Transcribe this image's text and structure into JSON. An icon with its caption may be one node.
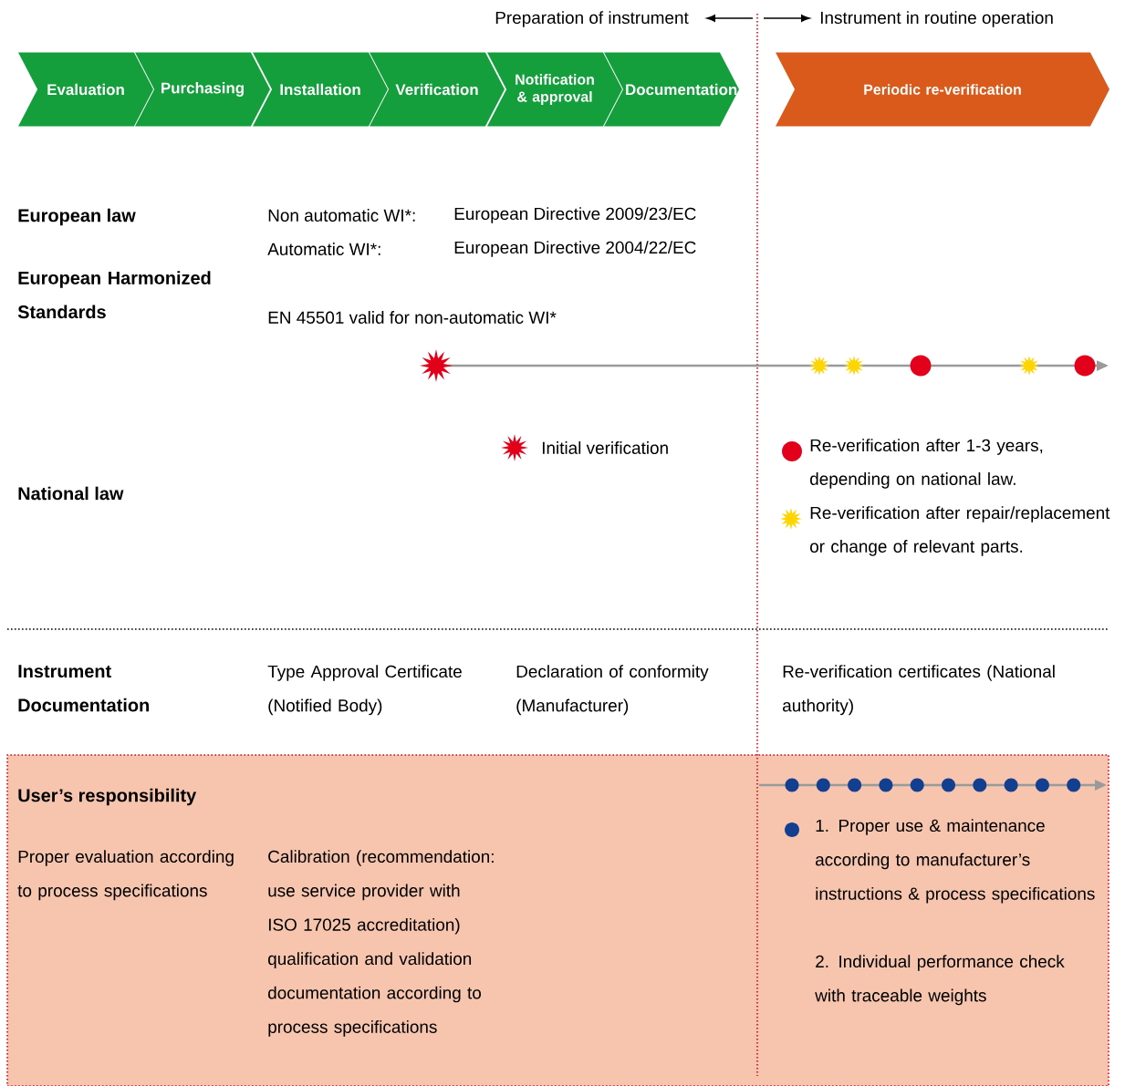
{
  "diagram": {
    "nodes": [
      {
        "text": [
          "Evaluation"
        ]
      },
      {
        "text": [
          "Purchasing"
        ]
      },
      {
        "text": [
          "Installation"
        ]
      },
      {
        "text": [
          "Verification"
        ]
      },
      {
        "text": [
          "Notification & approval"
        ]
      },
      {
        "text": [
          "Documentation"
        ]
      },
      {
        "text": [
          "Periodic re-verification"
        ]
      },
      {
        "text": [
          "User’s responsibility",
          "Proper evaluation according to process specifications",
          "Calibration (recommendation: use service provider with ISO 17025 accreditation) qualification and validation documentation according to process specifications",
          "1. Proper use & maintenance according to manufacturer’s instructions & process specifications",
          "2. Individual performance check with traceable weights"
        ]
      }
    ],
    "labels": [
      "Preparation of instrument",
      "Instrument in routine operation",
      "European law",
      "Non automatic WI*:",
      "European Directive 2009/23/EC",
      "Automatic WI*:",
      "European Directive 2004/22/EC",
      "European Harmonized Standards",
      "EN 45501 valid for non-automatic WI*",
      "National law",
      "Instrument Documentation",
      "Type Approval Certificate (Notified Body)",
      "Declaration of conformity (Manufacturer)",
      "Re-verification certificates (National authority)"
    ],
    "legend": [
      {
        "text": "Initial verification"
      },
      {
        "text": "Re-verification after 1-3 years, depending on national law."
      },
      {
        "text": "Re-verification after repair/replacement or change of relevant parts."
      }
    ]
  }
}
